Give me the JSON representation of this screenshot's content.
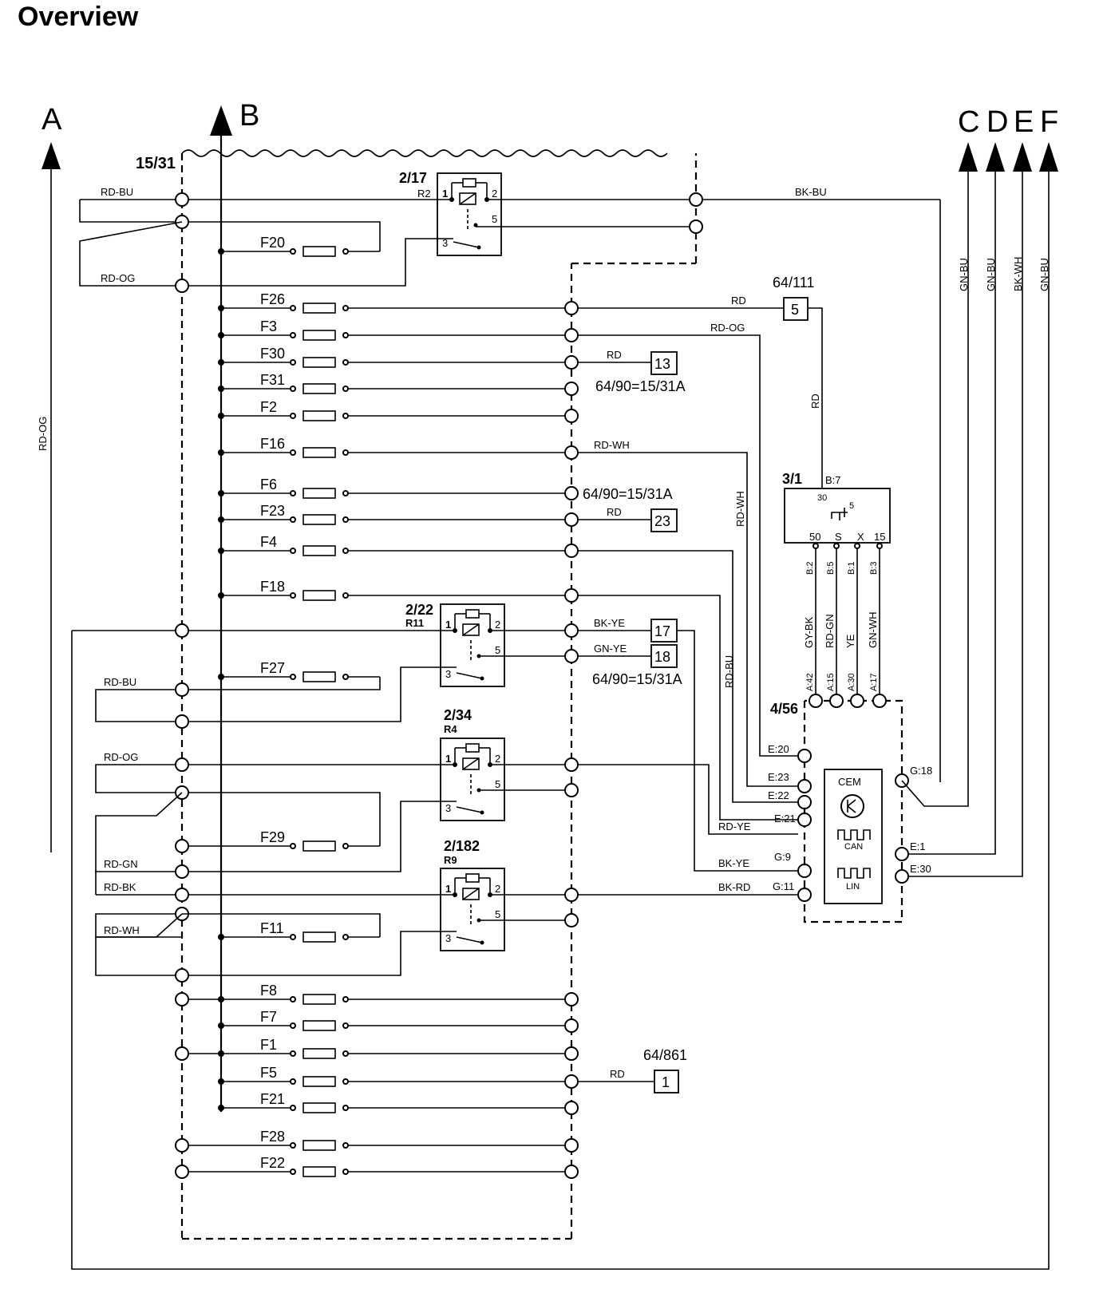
{
  "title": "Overview",
  "arrows": [
    {
      "id": "A",
      "label": "A"
    },
    {
      "id": "B",
      "label": "B"
    },
    {
      "id": "C",
      "label": "C"
    },
    {
      "id": "D",
      "label": "D"
    },
    {
      "id": "E",
      "label": "E"
    },
    {
      "id": "F",
      "label": "F"
    }
  ],
  "fuse_box_label": "15/31",
  "fuses": [
    {
      "label": "F20"
    },
    {
      "label": "F26"
    },
    {
      "label": "F3"
    },
    {
      "label": "F30"
    },
    {
      "label": "F31"
    },
    {
      "label": "F2"
    },
    {
      "label": "F16"
    },
    {
      "label": "F6"
    },
    {
      "label": "F23"
    },
    {
      "label": "F4"
    },
    {
      "label": "F18"
    },
    {
      "label": "F27"
    },
    {
      "label": "F29"
    },
    {
      "label": "F11"
    },
    {
      "label": "F8"
    },
    {
      "label": "F7"
    },
    {
      "label": "F1"
    },
    {
      "label": "F5"
    },
    {
      "label": "F21"
    },
    {
      "label": "F28"
    },
    {
      "label": "F22"
    }
  ],
  "relays": [
    {
      "label": "2/17",
      "sub": "R2",
      "pins": [
        "1",
        "2",
        "5",
        "3"
      ]
    },
    {
      "label": "2/22",
      "sub": "R11",
      "pins": [
        "1",
        "2",
        "5",
        "3"
      ]
    },
    {
      "label": "2/34",
      "sub": "R4",
      "pins": [
        "1",
        "2",
        "5",
        "3"
      ]
    },
    {
      "label": "2/182",
      "sub": "R9",
      "pins": [
        "1",
        "2",
        "5",
        "3"
      ]
    }
  ],
  "wire_labels": {
    "rd_bu_top": "RD-BU",
    "rd_og_top": "RD-OG",
    "bk_bu": "BK-BU",
    "rd_og_left_vertical": "RD-OG",
    "rd_f26": "RD",
    "rd_og_f3": "RD-OG",
    "rd_f30": "RD",
    "rd_wh_f16": "RD-WH",
    "rd_f23": "RD",
    "bk_ye_17": "BK-YE",
    "gn_ye_18": "GN-YE",
    "rd_bu_mid": "RD-BU",
    "rd_og_mid": "RD-OG",
    "rd_gn": "RD-GN",
    "rd_bk": "RD-BK",
    "rd_wh_low": "RD-WH",
    "rd_ye": "RD-YE",
    "bk_ye_g9": "BK-YE",
    "bk_rd": "BK-RD",
    "rd_861": "RD",
    "rd_vertical_ign": "RD",
    "rd_wh_vertical": "RD-WH",
    "rd_bu_vertical": "RD-BU",
    "gy_bk": "GY-BK",
    "rd_gn_v": "RD-GN",
    "ye": "YE",
    "gn_wh": "GN-WH",
    "gn_bu_c": "GN-BU",
    "gn_bu_d": "GN-BU",
    "bk_wh_e": "BK-WH",
    "gn_bu_f": "GN-BU"
  },
  "connectors": {
    "c64_111": {
      "ref": "64/111",
      "pin": "5"
    },
    "c13": {
      "pin": "13",
      "ref": "64/90=15/31A"
    },
    "c_f6_ref": "64/90=15/31A",
    "c23": {
      "pin": "23"
    },
    "c17": {
      "pin": "17"
    },
    "c18": {
      "pin": "18",
      "ref": "64/90=15/31A"
    },
    "c64_861": {
      "ref": "64/861",
      "pin": "1"
    }
  },
  "ignition_switch": {
    "label": "3/1",
    "pin_b7": "B:7",
    "pin30": "30",
    "pin5": "5",
    "pins": [
      "50",
      "S",
      "X",
      "15"
    ],
    "pin_codes": [
      "B:2",
      "B:5",
      "B:1",
      "B:3"
    ]
  },
  "cem": {
    "label": "4/56",
    "name": "CEM",
    "top_pins": [
      "A:42",
      "A:15",
      "A:30",
      "A:17"
    ],
    "left_pins": [
      "E:20",
      "E:23",
      "E:22",
      "E:21",
      "G:9",
      "G:11"
    ],
    "right_pins": [
      "G:18",
      "E:1",
      "E:30"
    ],
    "can": "CAN",
    "lin": "LIN"
  }
}
